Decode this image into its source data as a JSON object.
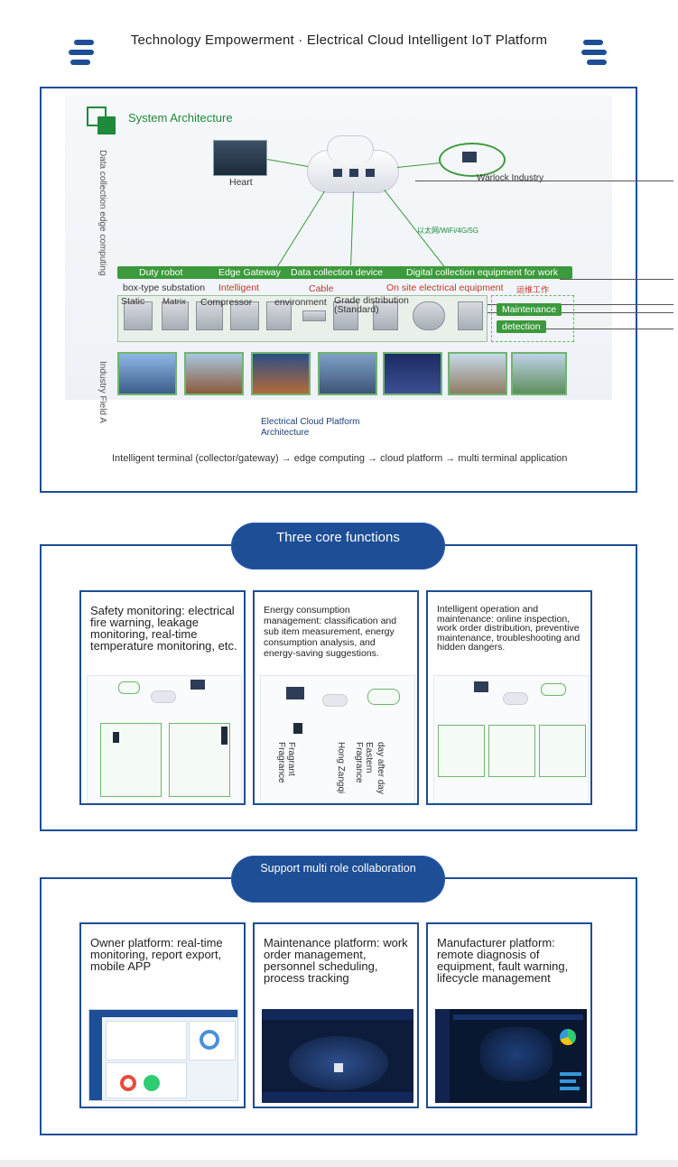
{
  "header": {
    "title": "Technology Empowerment · Electrical Cloud Intelligent IoT Platform"
  },
  "architecture": {
    "section_title": "System Architecture",
    "left_vertical_label": "Data collection edge computing",
    "heart_label": "Heart",
    "warlock_label": "Warlock Industry",
    "network_label": "以太网/WiFi/4G/5G",
    "green_bar": [
      "Duty robot",
      "Edge Gateway",
      "Data collection device",
      "Digital collection equipment for work"
    ],
    "row_labels": {
      "box_substation": "box-type substation",
      "intelligent": "Intelligent",
      "cable": "Cable",
      "onsite": "On site electrical equipment",
      "work_cn": "运维工作"
    },
    "equipment_labels": {
      "static": "Static",
      "matrix": "Matrix",
      "compressor": "Compressor",
      "environment": "environment",
      "grade": "Grade distribution (Standard)"
    },
    "maintenance_btn": "Maintenance",
    "detection_btn": "detection",
    "industry_field_label": "Industry Field A",
    "caption_line1": "Electrical Cloud Platform",
    "caption_line2": "Architecture",
    "flow_text": "Intelligent terminal (collector/gateway) → edge computing → cloud platform → multi terminal application"
  },
  "core": {
    "pill": "Three core functions",
    "cards": [
      {
        "text": "Safety monitoring: electrical fire warning, leakage monitoring, real-time temperature monitoring, etc."
      },
      {
        "text": "Energy consumption management: classification and sub item measurement, energy consumption analysis, and energy-saving suggestions.",
        "vertical_labels": [
          "Fragrant Fragrance",
          "Hong Zangqi",
          "Eastern Fragrance",
          "day after day"
        ]
      },
      {
        "text": "Intelligent operation and maintenance: online inspection, work order distribution, preventive maintenance, troubleshooting and hidden dangers."
      }
    ]
  },
  "roles": {
    "pill": "Support multi role collaboration",
    "cards": [
      {
        "text": "Owner platform: real-time monitoring, report export, mobile APP"
      },
      {
        "text": "Maintenance platform: work order management, personnel scheduling, process tracking"
      },
      {
        "text": "Manufacturer platform: remote diagnosis of equipment, fault warning, lifecycle management"
      }
    ]
  },
  "colors": {
    "brand_blue": "#1d4e96",
    "green": "#1e8a3a",
    "alert_red": "#c0392b"
  }
}
